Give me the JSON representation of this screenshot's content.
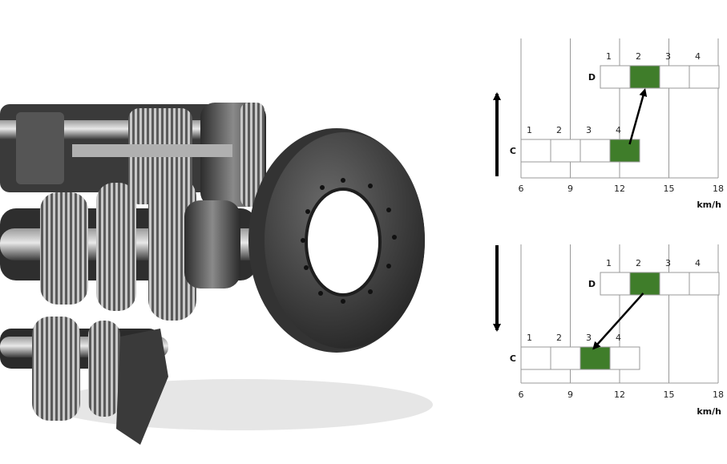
{
  "illustration": {
    "subject": "gearbox-with-flywheel",
    "metal_color": "#3c3c3c"
  },
  "colors": {
    "active_cell": "#3f7d2a",
    "grid_line": "#999999",
    "arrow": "#000000"
  },
  "diagrams": [
    {
      "direction": "up",
      "x_axis": {
        "ticks": [
          "6",
          "9",
          "12",
          "15",
          "18"
        ],
        "unit": "km/h"
      },
      "ranges": [
        {
          "label": "D",
          "gears": [
            "1",
            "2",
            "3",
            "4"
          ],
          "active_gear_index": 1
        },
        {
          "label": "C",
          "gears": [
            "1",
            "2",
            "3",
            "4"
          ],
          "active_gear_index": 3
        }
      ],
      "shift": {
        "from": "C4",
        "to": "D2"
      }
    },
    {
      "direction": "down",
      "x_axis": {
        "ticks": [
          "6",
          "9",
          "12",
          "15",
          "18"
        ],
        "unit": "km/h"
      },
      "ranges": [
        {
          "label": "D",
          "gears": [
            "1",
            "2",
            "3",
            "4"
          ],
          "active_gear_index": 1
        },
        {
          "label": "C",
          "gears": [
            "1",
            "2",
            "3",
            "4"
          ],
          "active_gear_index": 2
        }
      ],
      "shift": {
        "from": "D2",
        "to": "C3"
      }
    }
  ]
}
